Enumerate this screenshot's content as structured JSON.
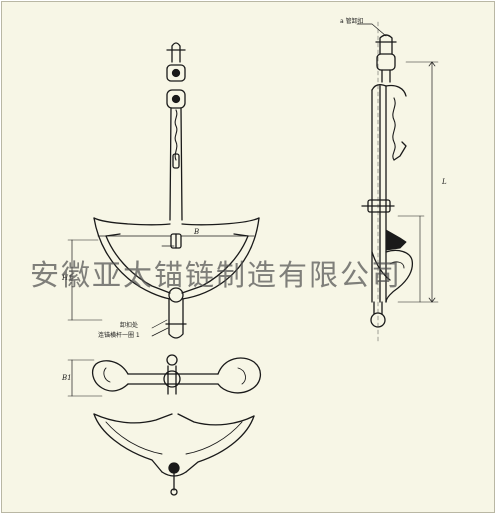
{
  "watermark": "安徽亚太锚链制造有限公司",
  "labels": {
    "front_b": "B",
    "front_h1": "H1",
    "front_note_1": "卸扣处",
    "front_note_2": "连锚横杆一圈 1",
    "side_l": "L",
    "side_top_note": "a 管卸扣",
    "plan_b1": "B1"
  },
  "colors": {
    "background": "#f7f6e6",
    "stroke": "#1a1a1a",
    "watermark": "#505050"
  }
}
